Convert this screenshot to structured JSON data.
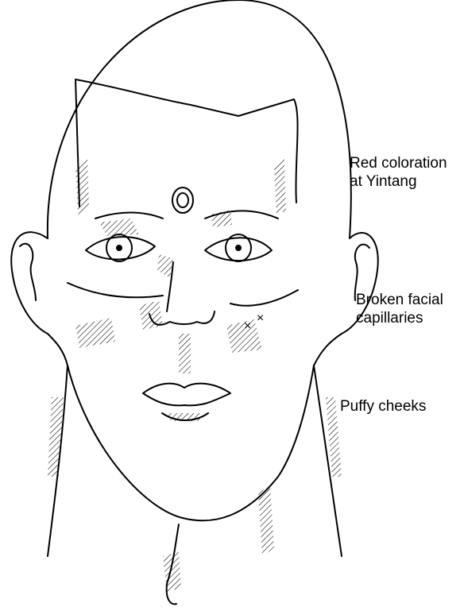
{
  "annotations": [
    {
      "id": "yintang",
      "lines": [
        "Red coloration",
        "at Yintang"
      ]
    },
    {
      "id": "capillaries",
      "lines": [
        "Broken facial",
        "capillaries"
      ]
    },
    {
      "id": "cheeks",
      "lines": [
        "Puffy cheeks"
      ]
    }
  ],
  "colors": {
    "ink": "#000000",
    "background": "#ffffff"
  },
  "markers": {
    "capillary_symbol": "×"
  }
}
